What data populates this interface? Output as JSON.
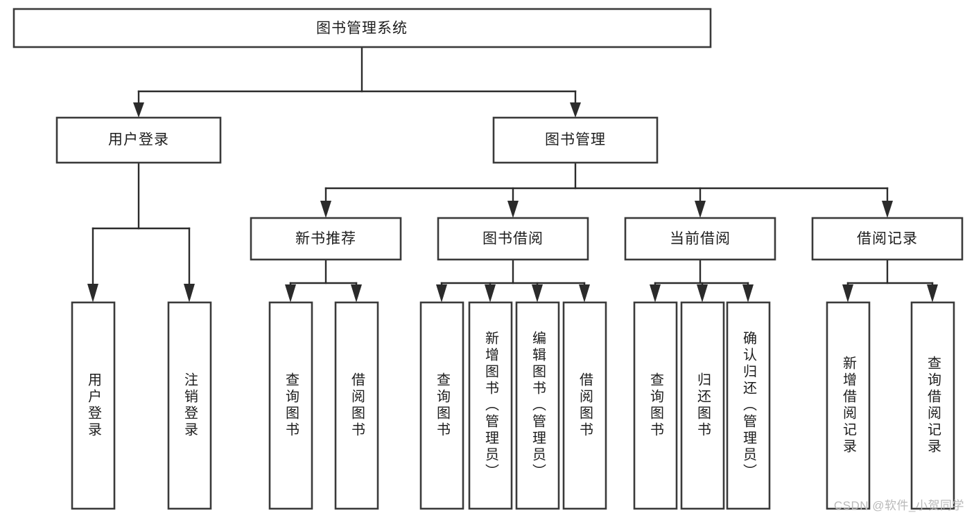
{
  "diagram": {
    "title": "图书管理系统",
    "type": "tree-hierarchy-chart",
    "root": {
      "id": "root",
      "label": "图书管理系统"
    },
    "level2": [
      {
        "id": "user-login",
        "label": "用户登录"
      },
      {
        "id": "book-management",
        "label": "图书管理"
      }
    ],
    "level3": [
      {
        "id": "new-book-recommend",
        "label": "新书推荐",
        "parent": "book-management"
      },
      {
        "id": "book-borrow",
        "label": "图书借阅",
        "parent": "book-management"
      },
      {
        "id": "current-borrow",
        "label": "当前借阅",
        "parent": "book-management"
      },
      {
        "id": "borrow-record",
        "label": "借阅记录",
        "parent": "book-management"
      }
    ],
    "leaves": [
      {
        "id": "leaf-user-login",
        "label": "用户登录",
        "parent": "user-login"
      },
      {
        "id": "leaf-logout-login",
        "label": "注销登录",
        "parent": "user-login"
      },
      {
        "id": "leaf-query-book-1",
        "label": "查询图书",
        "parent": "new-book-recommend"
      },
      {
        "id": "leaf-borrow-book-1",
        "label": "借阅图书",
        "parent": "new-book-recommend"
      },
      {
        "id": "leaf-query-book-2",
        "label": "查询图书",
        "parent": "book-borrow"
      },
      {
        "id": "leaf-add-book",
        "label": "新增图书（管理员）",
        "parent": "book-borrow"
      },
      {
        "id": "leaf-edit-book",
        "label": "编辑图书（管理员）",
        "parent": "book-borrow"
      },
      {
        "id": "leaf-borrow-book-2",
        "label": "借阅图书",
        "parent": "book-borrow"
      },
      {
        "id": "leaf-query-book-3",
        "label": "查询图书",
        "parent": "current-borrow"
      },
      {
        "id": "leaf-return-book",
        "label": "归还图书",
        "parent": "current-borrow"
      },
      {
        "id": "leaf-confirm-return",
        "label": "确认归还（管理员）",
        "parent": "current-borrow"
      },
      {
        "id": "leaf-add-record",
        "label": "新增借阅记录",
        "parent": "borrow-record"
      },
      {
        "id": "leaf-query-record",
        "label": "查询借阅记录",
        "parent": "borrow-record"
      }
    ]
  },
  "watermark": {
    "text": "CSDN @软件_小贺同学"
  },
  "colors": {
    "box_stroke": "#3a3a3a",
    "connector": "#2b2b2b",
    "text": "#1d1d1d",
    "background": "#ffffff",
    "watermark": "#b9b9b9"
  }
}
